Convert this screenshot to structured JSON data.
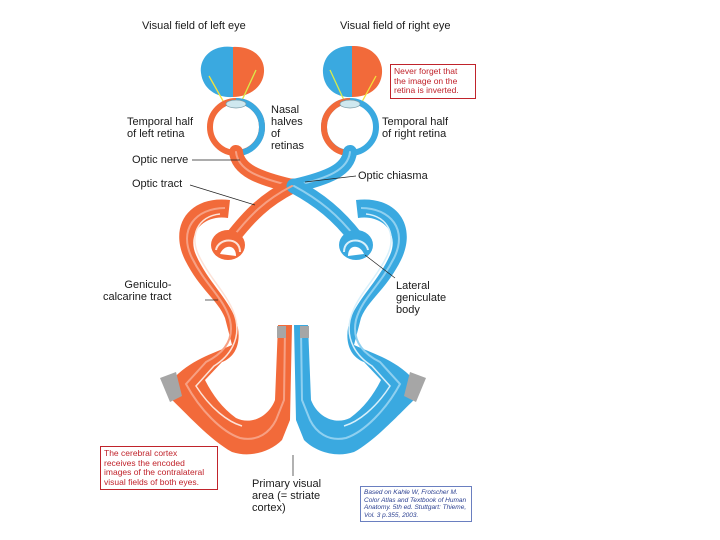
{
  "colors": {
    "red": "#f26a3a",
    "red_light": "#f7a083",
    "blue": "#3aa9e0",
    "blue_light": "#8fd0f0",
    "gray": "#a6a6a6",
    "note_red": "#c0232b",
    "citation_blue": "#2a3f90"
  },
  "labels": {
    "visual_field_left": "Visual field of left eye",
    "visual_field_right": "Visual field of right eye",
    "temporal_left": [
      "Temporal half",
      "of left retina"
    ],
    "nasal": [
      "Nasal",
      "halves",
      "of",
      "retinas"
    ],
    "temporal_right": [
      "Temporal half",
      "of right retina"
    ],
    "optic_nerve": "Optic nerve",
    "optic_tract": "Optic tract",
    "optic_chiasma": "Optic chiasma",
    "geniculo": [
      "Geniculo-",
      "calcarine tract"
    ],
    "lateral_geniculate": [
      "Lateral",
      "geniculate",
      "body"
    ],
    "primary_visual": [
      "Primary visual",
      "area (= striate",
      "cortex)"
    ]
  },
  "notes": {
    "inverted": [
      "Never forget that",
      "the image on the",
      "retina is inverted."
    ],
    "cortex": [
      "The cerebral cortex",
      "receives the encoded",
      "images of the contralateral",
      "visual fields of both eyes."
    ],
    "citation": [
      "Based on Kahle W, Frotscher M.",
      "Color Atlas and Textbook of Human",
      "Anatomy. 5th ed. Stuttgart: Thieme,",
      "Vol. 3 p.355, 2003."
    ]
  }
}
